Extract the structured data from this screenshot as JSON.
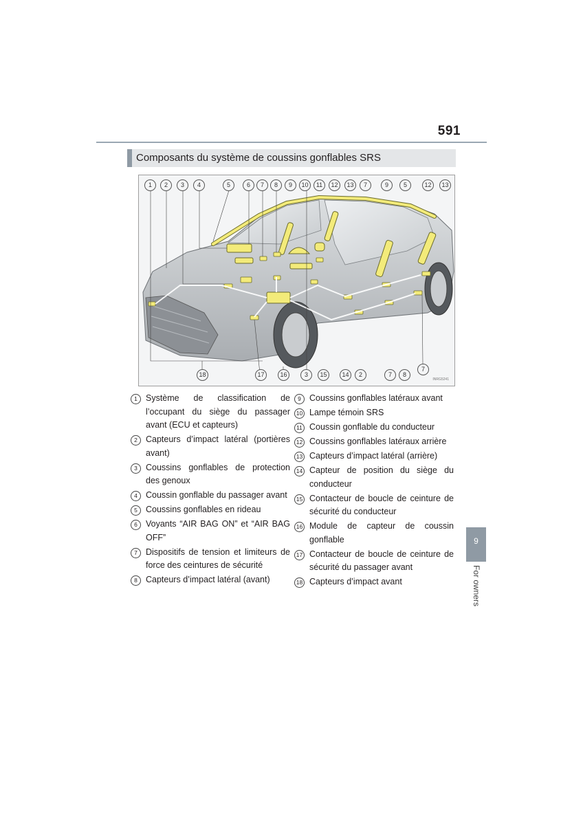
{
  "page_number": "591",
  "section_title": "Composants du système de coussins gonflables SRS",
  "figure": {
    "code": "INRG5241",
    "top_callouts": [
      "1",
      "2",
      "3",
      "4",
      "5",
      "6",
      "7",
      "8",
      "9",
      "10",
      "11",
      "12",
      "13",
      "7",
      "9",
      "5",
      "12",
      "13"
    ],
    "bottom_callouts": [
      "18",
      "17",
      "16",
      "3",
      "15",
      "14",
      "2",
      "7",
      "8",
      "7"
    ]
  },
  "legend_left": [
    {
      "num": "1",
      "text": "Système de classification de l’occupant du siège du passager avant (ECU et capteurs)"
    },
    {
      "num": "2",
      "text": "Capteurs d’impact latéral (portières avant)"
    },
    {
      "num": "3",
      "text": "Coussins gonflables de protection des genoux"
    },
    {
      "num": "4",
      "text": "Coussin gonflable du passager avant"
    },
    {
      "num": "5",
      "text": "Coussins gonflables en rideau"
    },
    {
      "num": "6",
      "text": "Voyants “AIR BAG ON” et “AIR BAG OFF”"
    },
    {
      "num": "7",
      "text": "Dispositifs de tension et limiteurs de force des ceintures de sécurité"
    },
    {
      "num": "8",
      "text": "Capteurs d’impact latéral (avant)"
    }
  ],
  "legend_right": [
    {
      "num": "9",
      "text": "Coussins gonflables latéraux avant"
    },
    {
      "num": "10",
      "text": "Lampe témoin SRS"
    },
    {
      "num": "11",
      "text": "Coussin gonflable du conducteur"
    },
    {
      "num": "12",
      "text": "Coussins gonflables latéraux arrière"
    },
    {
      "num": "13",
      "text": "Capteurs d’impact latéral (arrière)"
    },
    {
      "num": "14",
      "text": "Capteur de position du siège du conducteur"
    },
    {
      "num": "15",
      "text": "Contacteur de boucle de ceinture de sécurité du conducteur"
    },
    {
      "num": "16",
      "text": "Module de capteur de coussin gonflable"
    },
    {
      "num": "17",
      "text": "Contacteur de boucle de ceinture de sécurité du passager avant"
    },
    {
      "num": "18",
      "text": "Capteurs d’impact avant"
    }
  ],
  "chapter": {
    "number": "9",
    "title": "For owners"
  },
  "colors": {
    "accent_gray": "#8f9aa4",
    "airbag_yellow": "#f3eb7a",
    "rule": "#9aa7b3"
  }
}
